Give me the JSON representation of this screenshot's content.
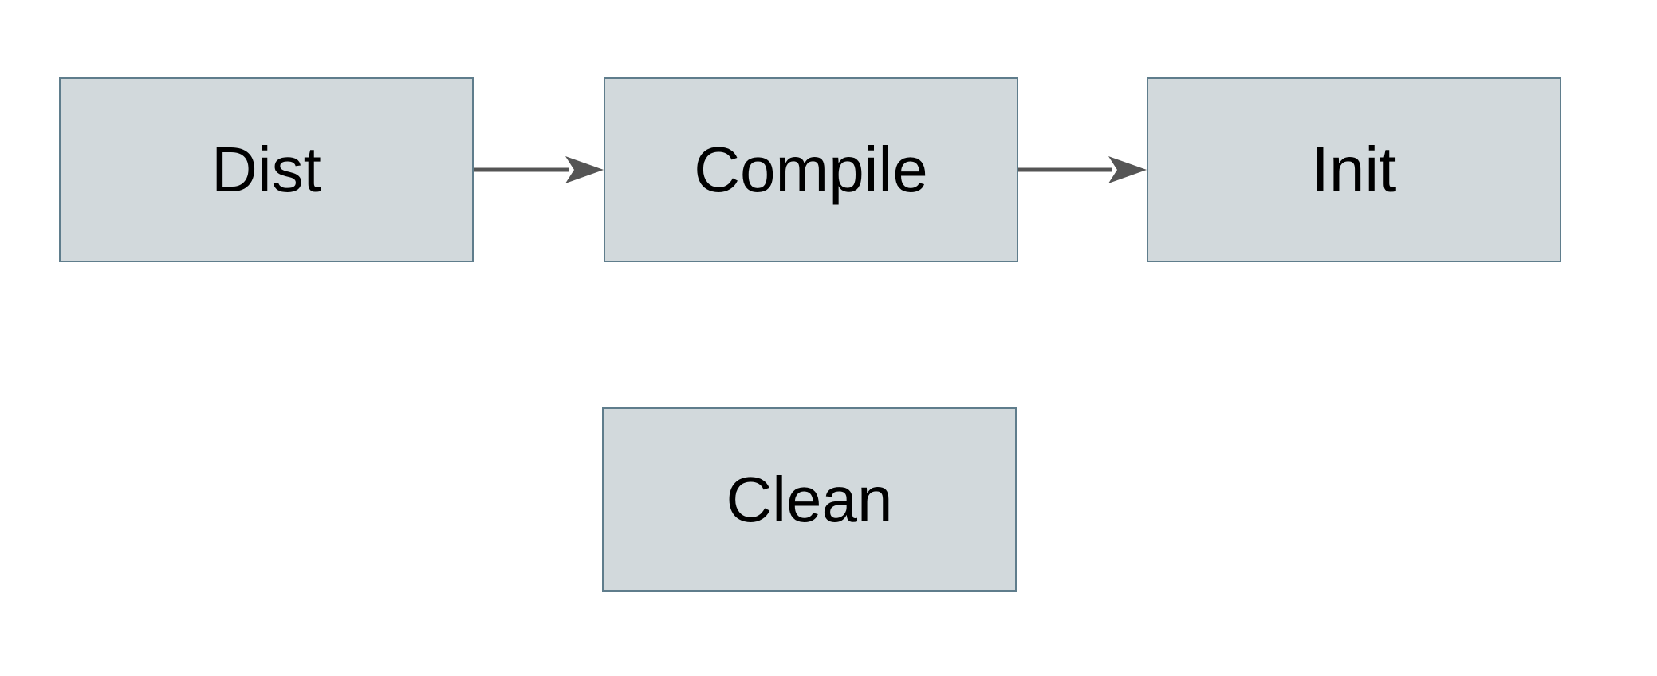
{
  "diagram": {
    "type": "flowchart",
    "nodes": [
      {
        "id": "dist",
        "label": "Dist"
      },
      {
        "id": "compile",
        "label": "Compile"
      },
      {
        "id": "init",
        "label": "Init"
      },
      {
        "id": "clean",
        "label": "Clean"
      }
    ],
    "edges": [
      {
        "from": "dist",
        "to": "compile",
        "direction": "right"
      },
      {
        "from": "compile",
        "to": "init",
        "direction": "right"
      }
    ]
  },
  "colors": {
    "background": "#ffffff",
    "node-fill": "#d2d9dc",
    "node-border": "#5f7d8c",
    "arrow": "#555555",
    "text": "#000000"
  }
}
